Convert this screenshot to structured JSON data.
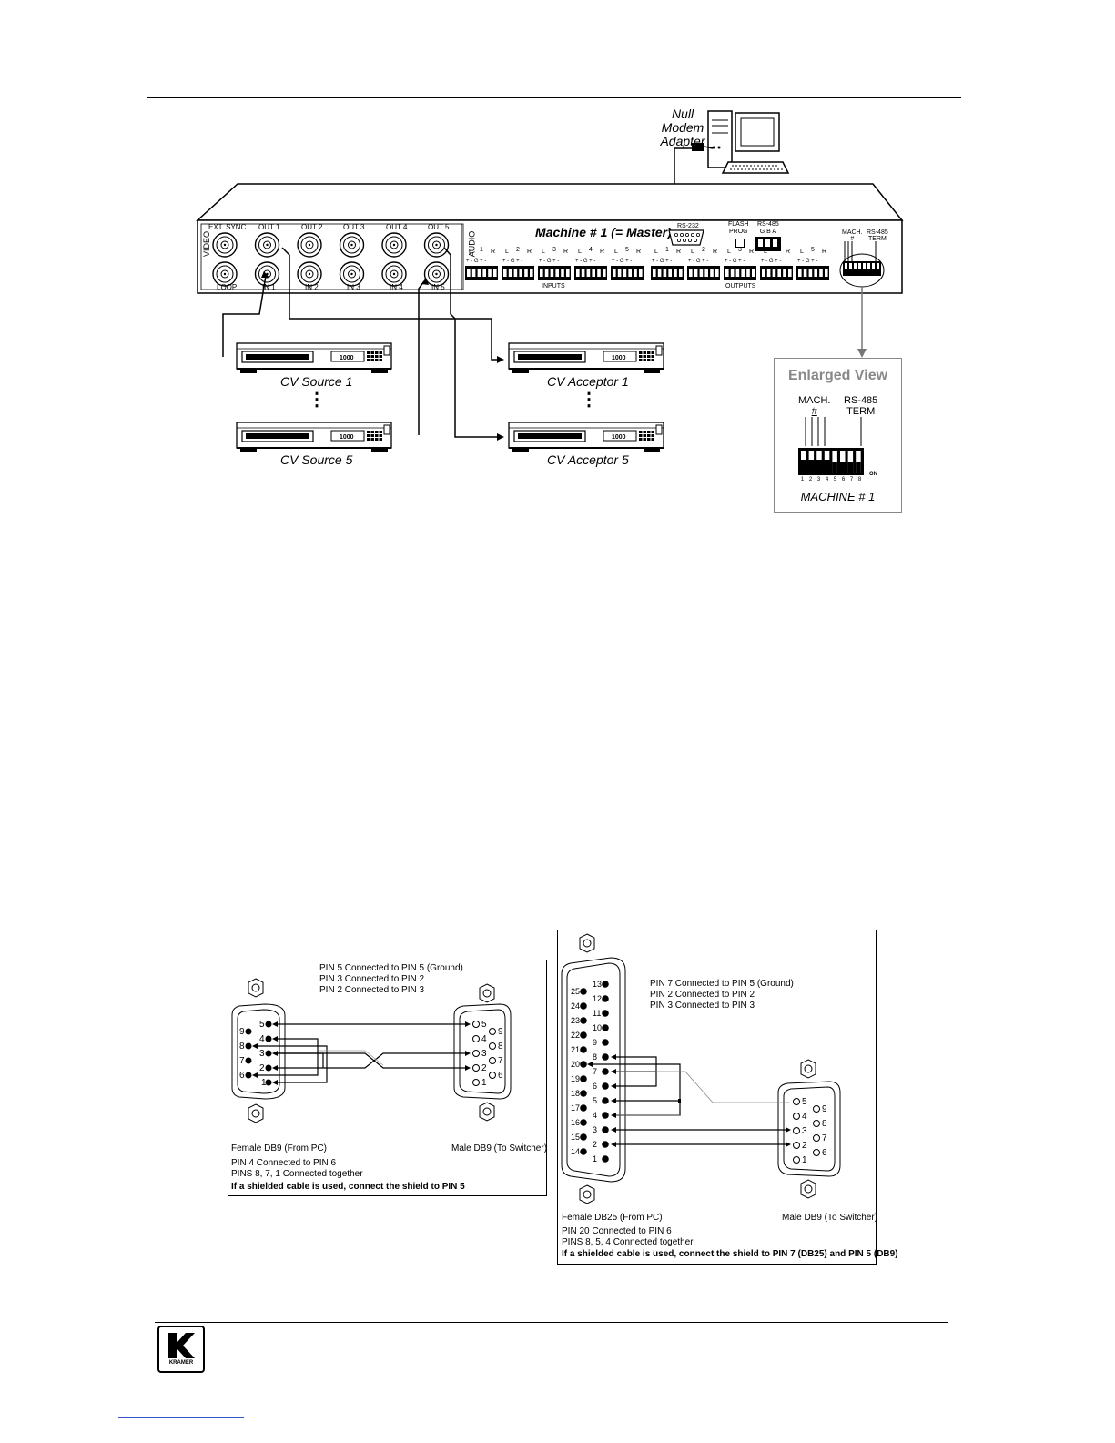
{
  "diagram1": {
    "null_modem": [
      "Null",
      "Modem",
      "Adapter"
    ],
    "machine_title": "Machine # 1 (= Master)",
    "video_label": "VIDEO",
    "audio_label": "AUDIO",
    "top_bnc_labels": [
      "EXT. SYNC",
      "OUT 1",
      "OUT 2",
      "OUT 3",
      "OUT 4",
      "OUT 5"
    ],
    "bottom_bnc_labels": [
      "LOOP",
      "IN 1",
      "IN 2",
      "IN 3",
      "IN 4",
      "IN 5"
    ],
    "rs232": "RS-232",
    "flash_prog": [
      "FLASH",
      "PROG"
    ],
    "rs485": [
      "RS-485",
      "G  B  A"
    ],
    "mach_label": [
      "MACH.",
      "#"
    ],
    "rs485_term": [
      "RS-485",
      "TERM"
    ],
    "inputs_label": "INPUTS",
    "outputs_label": "OUTPUTS",
    "audio_channels": [
      "1",
      "2",
      "3",
      "4",
      "5"
    ],
    "lr": [
      "L",
      "R"
    ],
    "pin_signs": "+ - G + -",
    "vcr_display": "1000",
    "sources": [
      "CV Source 1",
      "CV Source 5"
    ],
    "acceptors": [
      "CV Acceptor 1",
      "CV Acceptor 5"
    ],
    "ellipsis": "⋮",
    "enlarged": {
      "title": "Enlarged View",
      "mach": [
        "MACH.",
        "#"
      ],
      "term": [
        "RS-485",
        "TERM"
      ],
      "dip_numbers": [
        "1",
        "2",
        "3",
        "4",
        "5",
        "6",
        "7",
        "8"
      ],
      "on": "ON",
      "caption": "MACHINE # 1"
    }
  },
  "diagram2": {
    "notes": [
      "PIN 5 Connected to PIN 5 (Ground)",
      "PIN 3 Connected to PIN 2",
      "PIN 2 Connected to PIN 3"
    ],
    "female_pins_col1": [
      "5",
      "4",
      "3",
      "2",
      "1"
    ],
    "female_pins_col2": [
      "9",
      "8",
      "7",
      "6"
    ],
    "male_pins_col1": [
      "5",
      "4",
      "3",
      "2",
      "1"
    ],
    "male_pins_col2": [
      "9",
      "8",
      "7",
      "6"
    ],
    "female_label": "Female DB9 (From PC)",
    "male_label": "Male DB9 (To Switcher)",
    "footer": [
      "PIN 4 Connected to PIN 6",
      "PINS 8, 7, 1 Connected together"
    ],
    "shield": "If a shielded cable is used, connect the shield to PIN 5"
  },
  "diagram3": {
    "notes": [
      "PIN 7 Connected to PIN 5 (Ground)",
      "PIN 2 Connected to PIN 2",
      "PIN 3 Connected to PIN 3"
    ],
    "db25_right": [
      "13",
      "12",
      "11",
      "10",
      "9",
      "8",
      "7",
      "6",
      "5",
      "4",
      "3",
      "2",
      "1"
    ],
    "db25_left": [
      "25",
      "24",
      "23",
      "22",
      "21",
      "20",
      "19",
      "18",
      "17",
      "16",
      "15",
      "14"
    ],
    "male_pins_col1": [
      "5",
      "4",
      "3",
      "2",
      "1"
    ],
    "male_pins_col2": [
      "9",
      "8",
      "7",
      "6"
    ],
    "female_label": "Female DB25 (From PC)",
    "male_label": "Male DB9 (To Switcher)",
    "footer": [
      "PIN 20 Connected to PIN 6",
      "PINS 8, 5, 4 Connected together"
    ],
    "shield": "If a shielded cable is used, connect the shield to PIN 7 (DB25) and PIN 5 (DB9)"
  },
  "logo": {
    "text": "KRAMER"
  }
}
